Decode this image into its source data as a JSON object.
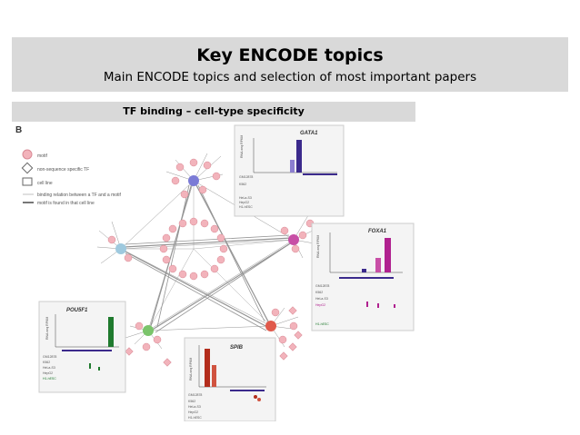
{
  "slide": {
    "title": "Key ENCODE topics",
    "subtitle": "Main ENCODE topics and selection of most important papers",
    "section": "TF binding – cell-type specificity"
  },
  "figure": {
    "panel_letter": "B",
    "legend": [
      {
        "label": "motif",
        "icon": "pink-circle"
      },
      {
        "label": "non-sequence specific TF",
        "icon": "diamond-outline"
      },
      {
        "label": "cell line",
        "icon": "square-outline"
      },
      {
        "label": "binding relation between a TF and a motif",
        "icon": "thin-line"
      },
      {
        "label": "motif is found in that cell line",
        "icon": "thick-line"
      }
    ],
    "insets": [
      {
        "gene": "GATA1",
        "ylabel": "RNA-seq RPKM",
        "cells": [
          "GM12878",
          "K562",
          "HeLa-S3",
          "HepG2",
          "H1-hESC"
        ],
        "bar_color": "#3b2a8c"
      },
      {
        "gene": "FOXA1",
        "ylabel": "RNA-seq RPKM",
        "cells": [
          "GM12878",
          "K562",
          "HeLa-S3",
          "HepG2",
          "H1-hESC"
        ],
        "bar_color": "#b0218f"
      },
      {
        "gene": "POU5F1",
        "ylabel": "RNA-seq RPKM",
        "cells": [
          "GM12878",
          "K562",
          "HeLa-S3",
          "HepG2",
          "H1-hESC"
        ],
        "bar_color": "#1f7a2e"
      },
      {
        "gene": "SPIB",
        "ylabel": "RNA-seq RPKM",
        "cells": [
          "GM12878",
          "K562",
          "HeLa-S3",
          "HepG2",
          "H1-hESC"
        ],
        "bar_color": "#b32d1c"
      }
    ],
    "colors": {
      "motif": "#f2b3bb",
      "gata": "#7b7bd6",
      "foxa": "#c84fa6",
      "pou": "#7bc46b",
      "spib": "#e0594b",
      "edge": "#7a7a7a"
    }
  }
}
